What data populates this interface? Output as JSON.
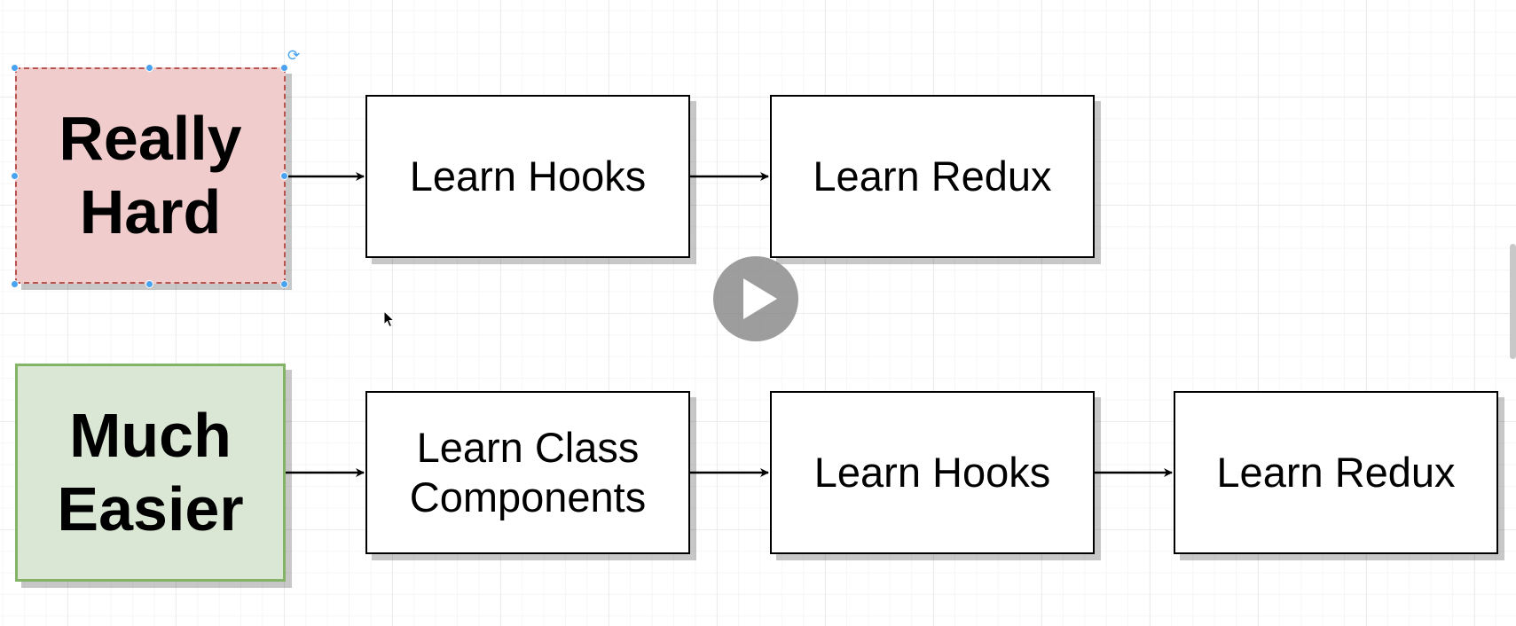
{
  "diagram": {
    "rows": [
      {
        "label": "Really\nHard",
        "steps": [
          "Learn Hooks",
          "Learn Redux"
        ]
      },
      {
        "label": "Much\nEasier",
        "steps": [
          "Learn Class\nComponents",
          "Learn Hooks",
          "Learn Redux"
        ]
      }
    ]
  },
  "colors": {
    "hard_fill": "#f0cdcc",
    "hard_border": "#b85450",
    "easy_fill": "#dbe7d5",
    "easy_border": "#82b366",
    "selection": "#4aa3f0"
  },
  "icons": {
    "play": "play-icon",
    "cursor": "mouse-pointer-icon",
    "rotate": "rotate-icon"
  }
}
